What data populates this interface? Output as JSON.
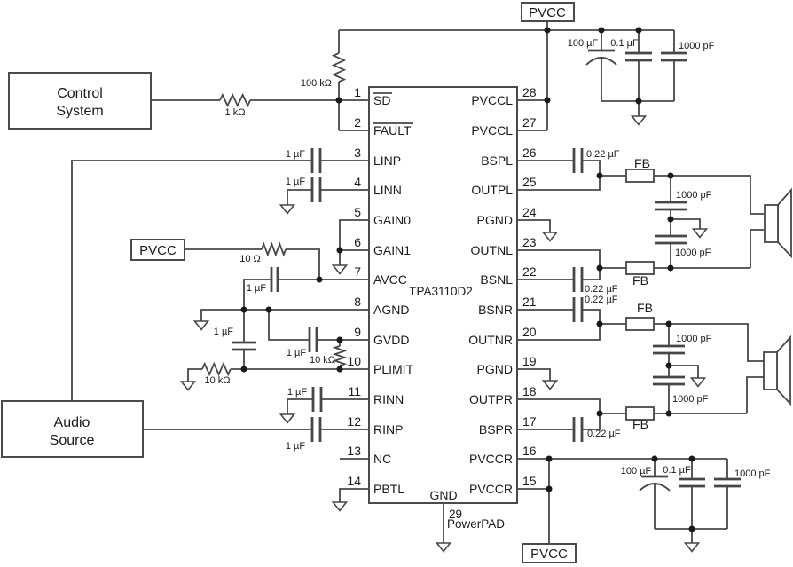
{
  "ic": {
    "part": "TPA3110D2",
    "gnd_label": "GND",
    "powerpad_num": "29",
    "powerpad_label": "PowerPAD",
    "left_pins": [
      {
        "num": "1",
        "name": "SD"
      },
      {
        "num": "2",
        "name": "FAULT"
      },
      {
        "num": "3",
        "name": "LINP"
      },
      {
        "num": "4",
        "name": "LINN"
      },
      {
        "num": "5",
        "name": "GAIN0"
      },
      {
        "num": "6",
        "name": "GAIN1"
      },
      {
        "num": "7",
        "name": "AVCC"
      },
      {
        "num": "8",
        "name": "AGND"
      },
      {
        "num": "9",
        "name": "GVDD"
      },
      {
        "num": "10",
        "name": "PLIMIT"
      },
      {
        "num": "11",
        "name": "RINN"
      },
      {
        "num": "12",
        "name": "RINP"
      },
      {
        "num": "13",
        "name": "NC"
      },
      {
        "num": "14",
        "name": "PBTL"
      }
    ],
    "right_pins": [
      {
        "num": "28",
        "name": "PVCCL"
      },
      {
        "num": "27",
        "name": "PVCCL"
      },
      {
        "num": "26",
        "name": "BSPL"
      },
      {
        "num": "25",
        "name": "OUTPL"
      },
      {
        "num": "24",
        "name": "PGND"
      },
      {
        "num": "23",
        "name": "OUTNL"
      },
      {
        "num": "22",
        "name": "BSNL"
      },
      {
        "num": "21",
        "name": "BSNR"
      },
      {
        "num": "20",
        "name": "OUTNR"
      },
      {
        "num": "19",
        "name": "PGND"
      },
      {
        "num": "18",
        "name": "OUTPR"
      },
      {
        "num": "17",
        "name": "BSPR"
      },
      {
        "num": "16",
        "name": "PVCCR"
      },
      {
        "num": "15",
        "name": "PVCCR"
      }
    ]
  },
  "blocks": {
    "control_system": {
      "line1": "Control",
      "line2": "System"
    },
    "audio_source": {
      "line1": "Audio",
      "line2": "Source"
    },
    "pvcc_top": "PVCC",
    "pvcc_mid": "PVCC",
    "pvcc_bottom": "PVCC"
  },
  "components": {
    "r_sd_series": "1 kΩ",
    "r_sd_pullup": "100 kΩ",
    "r_avcc_filter": "10 Ω",
    "r_gvdd_plimit": "10 kΩ",
    "r_plimit_gnd": "10 kΩ",
    "c_linp": "1 µF",
    "c_linn": "1 µF",
    "c_avcc": "1 µF",
    "c_plimit": "1 µF",
    "c_gvdd": "1 µF",
    "c_rinn": "1 µF",
    "c_rinp": "1 µF",
    "c_bspl": "0.22 µF",
    "c_bsnl": "0.22 µF",
    "c_bsnr": "0.22 µF",
    "c_bspr": "0.22 µF",
    "c_bulk_top": "100 µF",
    "c_bypass_top": "0.1 µF",
    "c_hf_top": "1000 pF",
    "c_bulk_bottom": "100 µF",
    "c_bypass_bottom": "0.1 µF",
    "c_hf_bottom": "1000 pF",
    "c_snub_l1": "1000 pF",
    "c_snub_l2": "1000 pF",
    "c_snub_r1": "1000 pF",
    "c_snub_r2": "1000 pF",
    "fb_l_top": "FB",
    "fb_l_bottom": "FB",
    "fb_r_top": "FB",
    "fb_r_bottom": "FB"
  },
  "colors": {
    "wire": "#474747",
    "text": "#1a1a1a",
    "background": "#ffffff"
  }
}
